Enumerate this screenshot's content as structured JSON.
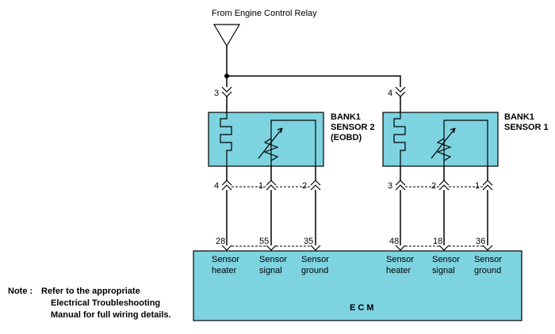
{
  "source_label": "From Engine Control Relay",
  "sensors": [
    {
      "name_lines": [
        "BANK1",
        "SENSOR 2",
        "(EOBD)"
      ],
      "supply_pin": "3",
      "lower_pins": [
        "4",
        "1",
        "2"
      ]
    },
    {
      "name_lines": [
        "BANK1",
        "SENSOR 1"
      ],
      "supply_pin": "4",
      "lower_pins": [
        "3",
        "2",
        "1"
      ]
    }
  ],
  "ecm": {
    "title": "E C M",
    "pins": [
      "28",
      "55",
      "35",
      "48",
      "18",
      "36"
    ],
    "terminals": [
      [
        "Sensor",
        "heater"
      ],
      [
        "Sensor",
        "signal"
      ],
      [
        "Sensor",
        "ground"
      ],
      [
        "Sensor",
        "heater"
      ],
      [
        "Sensor",
        "signal"
      ],
      [
        "Sensor",
        "ground"
      ]
    ]
  },
  "note": {
    "prefix": "Note :",
    "lines": [
      "Refer to the appropriate",
      "Electrical Troubleshooting",
      "Manual for full wiring details."
    ]
  }
}
